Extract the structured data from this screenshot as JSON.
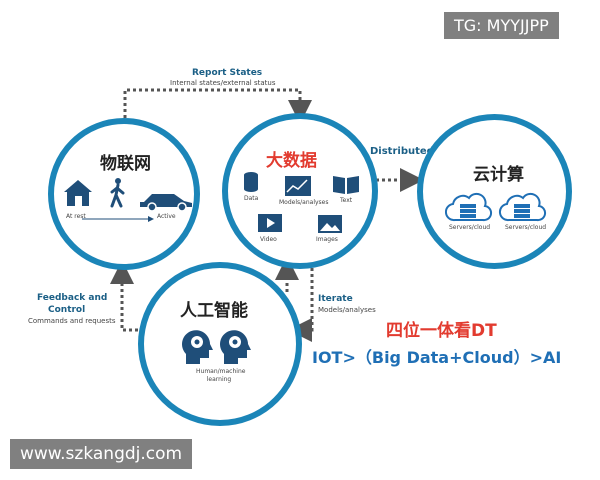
{
  "watermark_top": "TG: MYYJJPP",
  "watermark_bottom": "www.szkangdj.com",
  "colors": {
    "ring": "#1b85b8",
    "arrow": "#555555",
    "red": "#e23b2f",
    "blue": "#1f6fb5",
    "icon": "#1f4e79"
  },
  "circles": {
    "iot": {
      "title": "物联网",
      "left_label": "At rest",
      "right_label": "Active"
    },
    "bigdata": {
      "title": "大数据",
      "items": [
        "Data",
        "Models/analyses",
        "Text",
        "Video",
        "Images"
      ]
    },
    "cloud": {
      "title": "云计算",
      "items": [
        "Servers/cloud",
        "Servers/cloud"
      ]
    },
    "ai": {
      "title": "人工智能",
      "caption": "Human/machine learning"
    }
  },
  "arrows": {
    "report": {
      "title": "Report States",
      "sub": "Internal states/external status"
    },
    "storage": {
      "title": "Distributed Storage"
    },
    "feedback": {
      "title_line1": "Feedback and",
      "title_line2": "Control",
      "sub": "Commands and requests"
    },
    "iterate": {
      "title": "Iterate",
      "sub": "Models/analyses"
    }
  },
  "headline": {
    "line1": "四位一体看DT",
    "line2": "IOT>（Big Data+Cloud）>AI"
  }
}
